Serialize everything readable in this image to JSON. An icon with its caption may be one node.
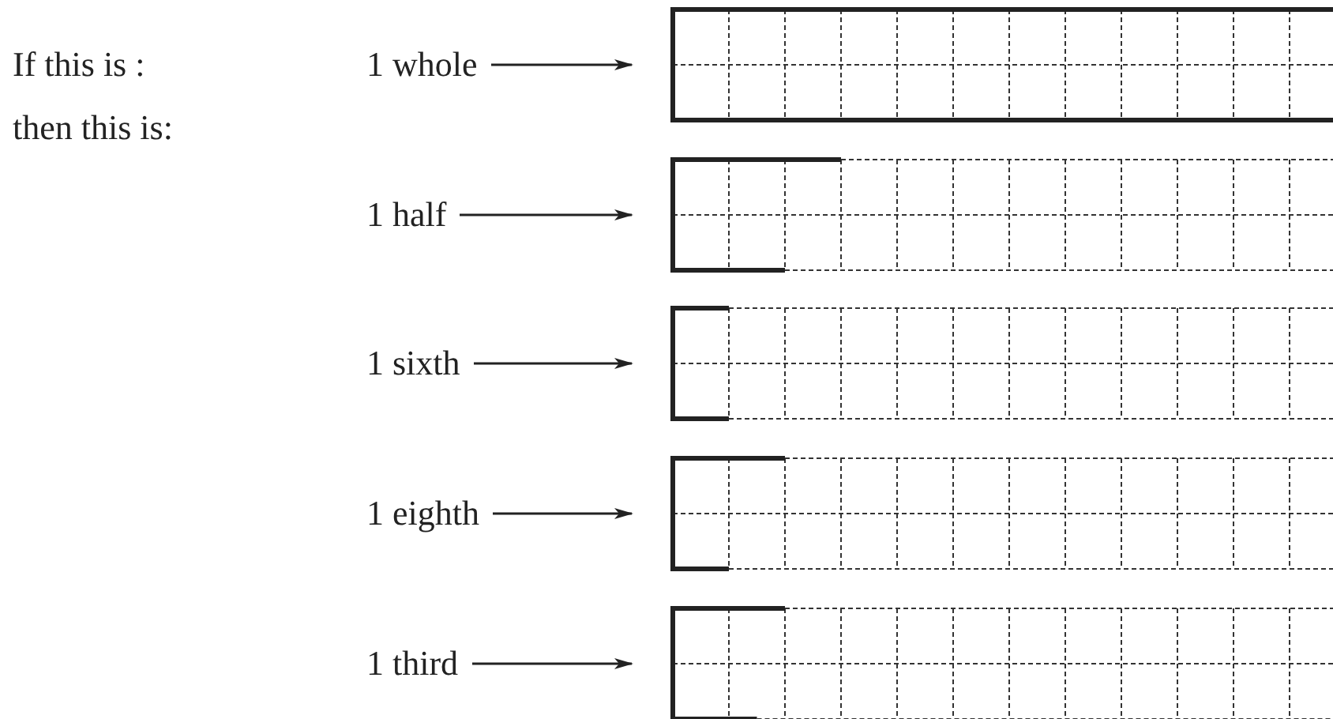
{
  "diagram": {
    "nodes": [
      {
        "text": [
          "1 whole"
        ]
      },
      {
        "text": [],
        "shape": "box"
      },
      {
        "text": [
          "1 half"
        ]
      },
      {
        "text": [],
        "shape": "box"
      },
      {
        "text": [
          "1 sixth"
        ]
      },
      {
        "text": [],
        "shape": "box"
      },
      {
        "text": [
          "1 eighth"
        ]
      },
      {
        "text": [],
        "shape": "box"
      },
      {
        "text": [
          "1 third"
        ]
      },
      {
        "text": [],
        "shape": "box"
      }
    ],
    "edges": [
      {
        "from": 0,
        "to": 1,
        "arrow": "to"
      },
      {
        "from": 2,
        "to": 3,
        "arrow": "to"
      },
      {
        "from": 4,
        "to": 5,
        "arrow": "to"
      },
      {
        "from": 6,
        "to": 7,
        "arrow": "to"
      },
      {
        "from": 8,
        "to": 9,
        "arrow": "to"
      }
    ],
    "labels": [
      "If this is :",
      "then this is:"
    ]
  }
}
